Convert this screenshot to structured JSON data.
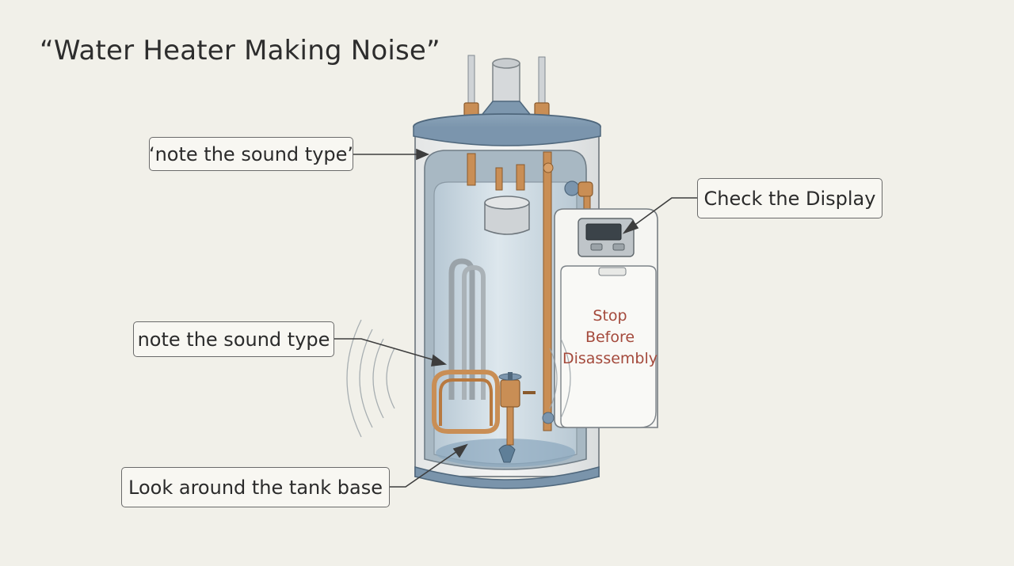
{
  "title": "“Water Heater Making Noise”",
  "callouts": {
    "sound_type_top": "‘note the sound type’",
    "check_display": "Check the Display",
    "sound_type": "note the sound type",
    "tank_base": "Look around the tank base"
  },
  "panel_warning": {
    "line1": "Stop",
    "line2": "Before",
    "line3": "Disassembly"
  },
  "colors": {
    "background": "#f1f0e9",
    "tank_blue": "#7b95ad",
    "copper": "#c98e55",
    "warning_red": "#a44a3c"
  }
}
